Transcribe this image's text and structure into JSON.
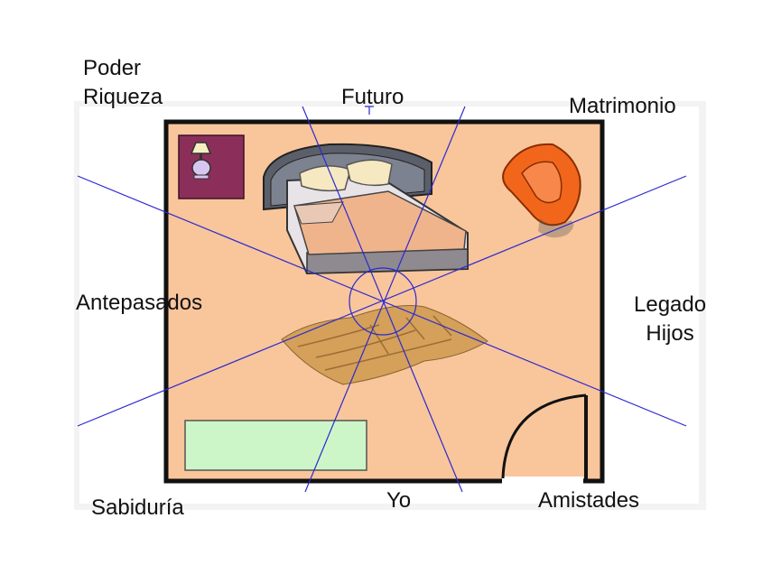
{
  "colors": {
    "room_floor": "#f9c59b",
    "room_wall": "#111111",
    "bagua_lines": "#2a2ad0",
    "nightstand": "#8b2f5a",
    "chair": "#f2661b",
    "desk": "#cdf6c8",
    "rug": "#d4a05a"
  },
  "areas": {
    "poder_riqueza": [
      "Poder",
      "Riqueza"
    ],
    "futuro": "Futuro",
    "matrimonio": "Matrimonio",
    "antepasados": "Antepasados",
    "legado_hijos": [
      "Legado",
      "Hijos"
    ],
    "sabiduria": "Sabiduría",
    "yo": "Yo",
    "amistades": "Amistades"
  },
  "icons": {
    "lamp": "lamp-icon",
    "bed": "bed-icon",
    "chair": "armchair-icon",
    "rug": "rug-icon",
    "desk": "desk-icon",
    "door": "door-icon"
  }
}
